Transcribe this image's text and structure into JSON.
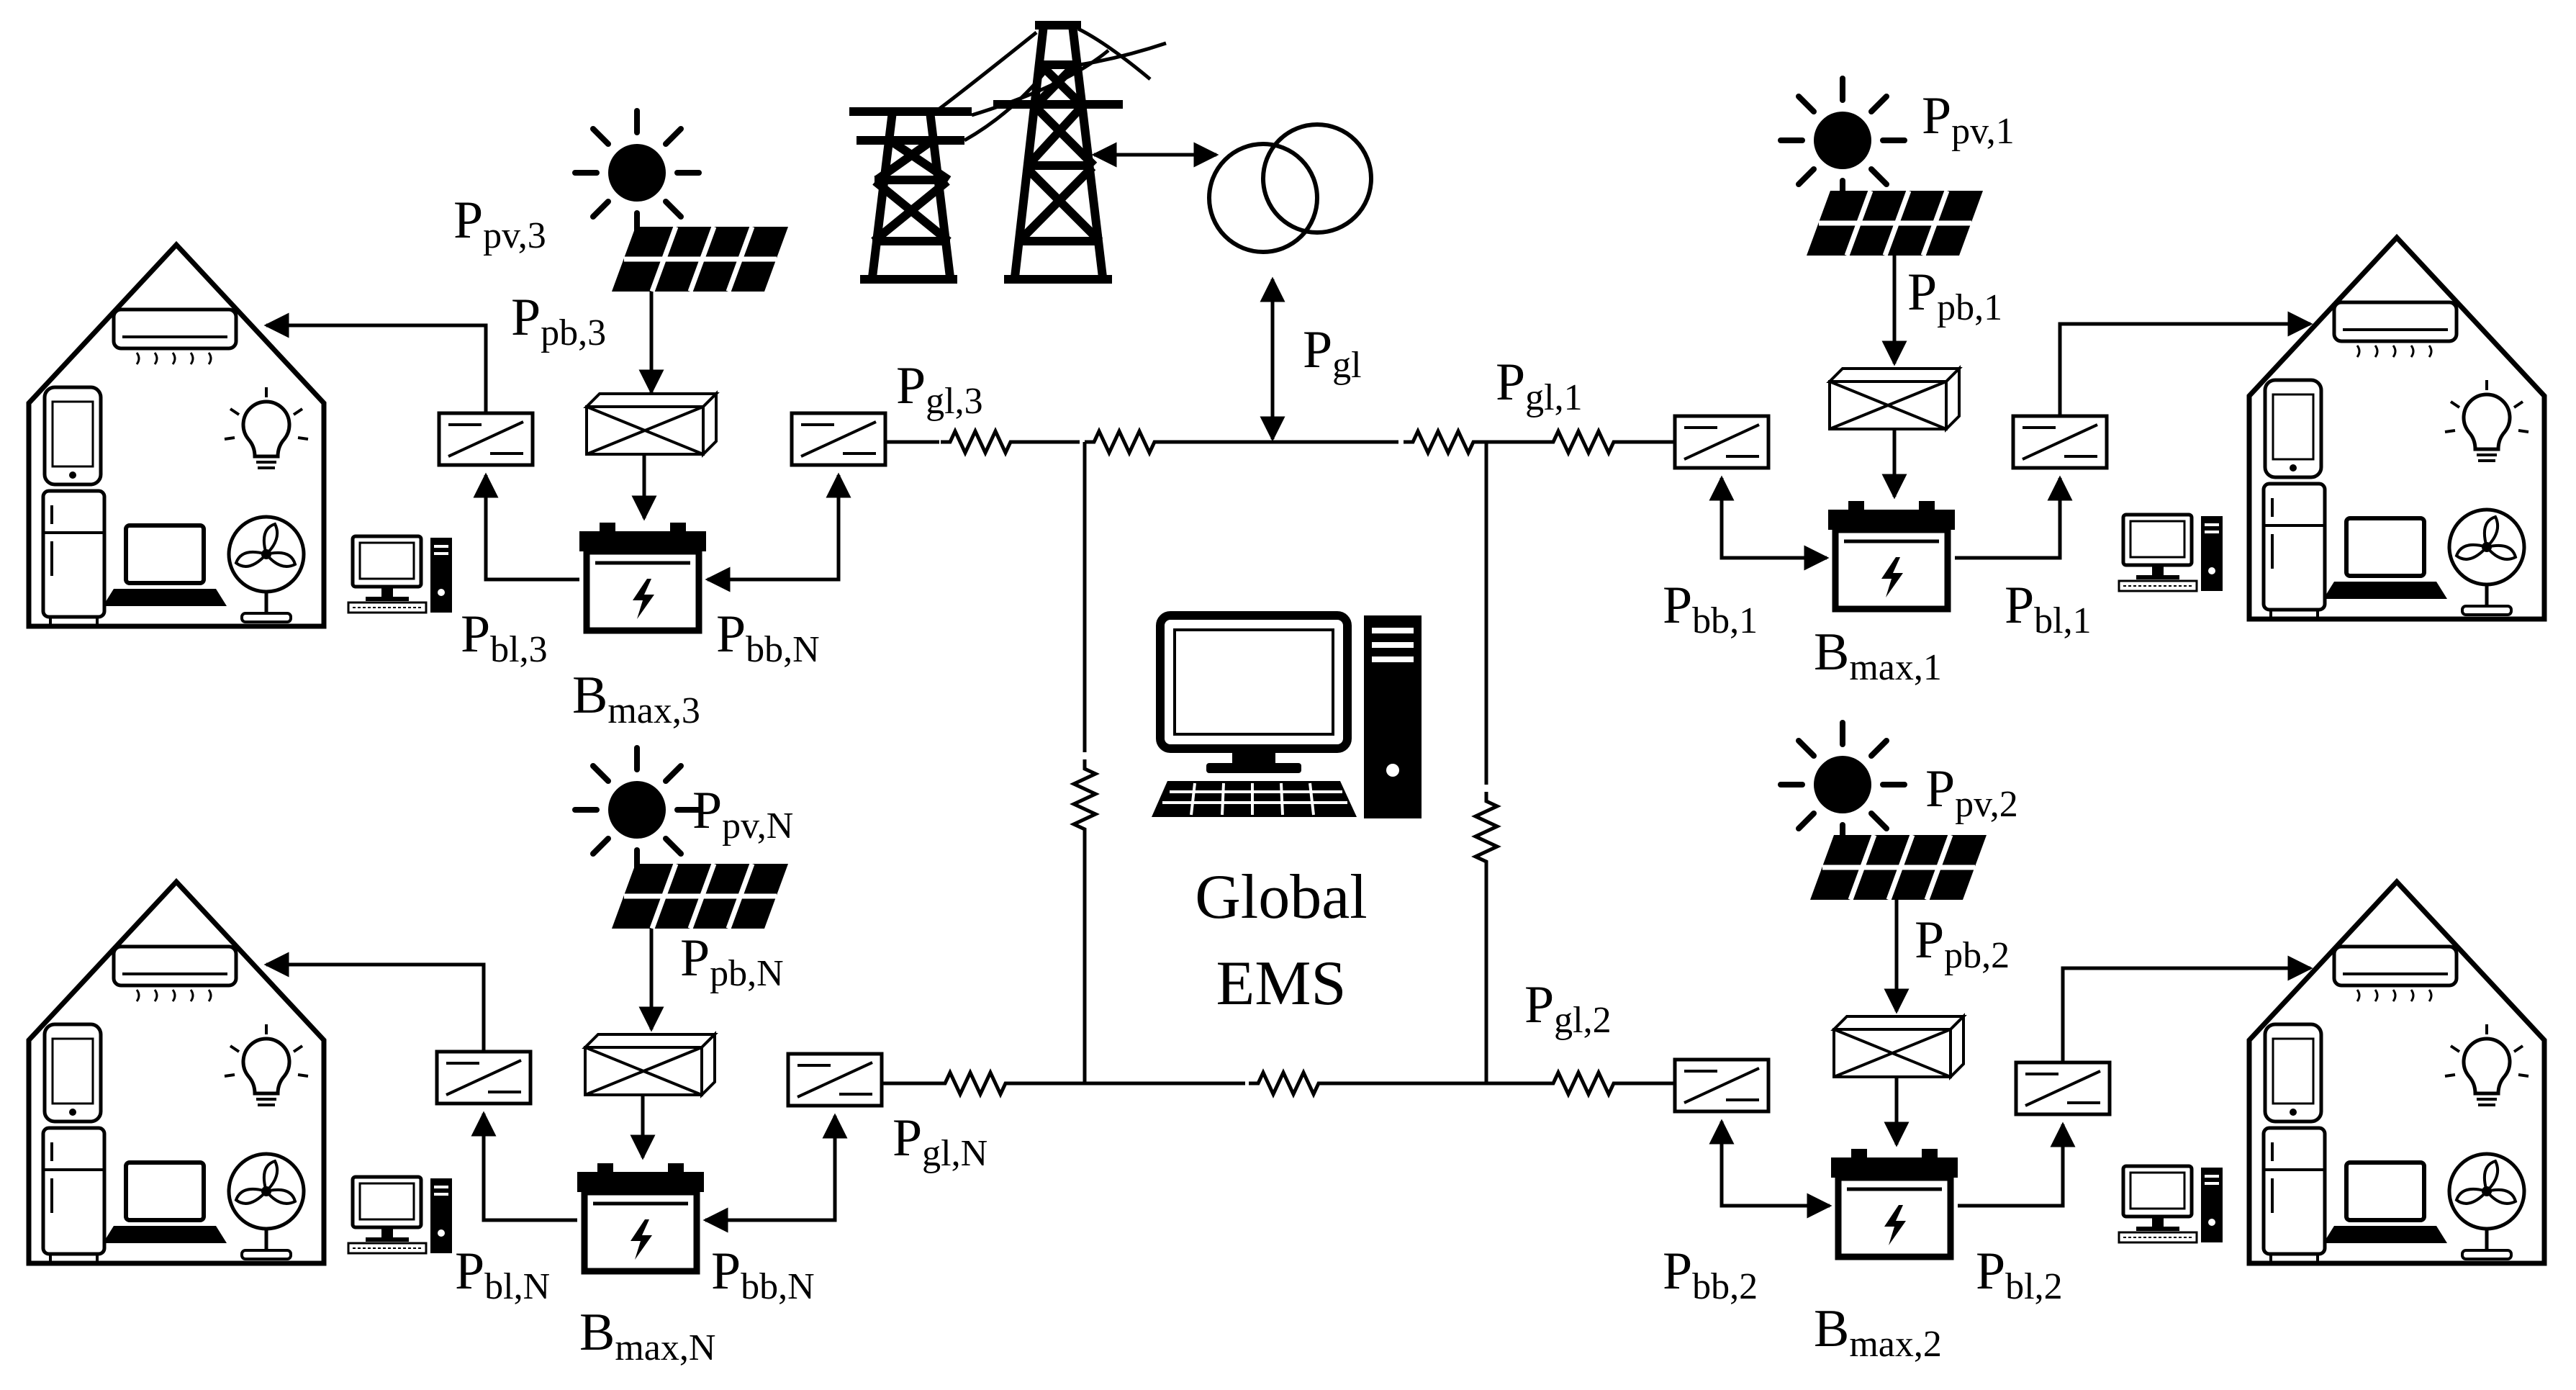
{
  "center": {
    "ems_line1": "Global",
    "ems_line2": "EMS",
    "grid_label_main": "P",
    "grid_label_sub": "gl"
  },
  "homes": [
    {
      "id": "home-1",
      "pv": [
        "P",
        "pv,1"
      ],
      "pb": [
        "P",
        "pb,1"
      ],
      "gl": [
        "P",
        "gl,1"
      ],
      "bb": [
        "P",
        "bb,1"
      ],
      "bl": [
        "P",
        "bl,1"
      ],
      "bmax": [
        "B",
        "max,1"
      ]
    },
    {
      "id": "home-2",
      "pv": [
        "P",
        "pv,2"
      ],
      "pb": [
        "P",
        "pb,2"
      ],
      "gl": [
        "P",
        "gl,2"
      ],
      "bb": [
        "P",
        "bb,2"
      ],
      "bl": [
        "P",
        "bl,2"
      ],
      "bmax": [
        "B",
        "max,2"
      ]
    },
    {
      "id": "home-3",
      "pv": [
        "P",
        "pv,3"
      ],
      "pb": [
        "P",
        "pb,3"
      ],
      "gl": [
        "P",
        "gl,3"
      ],
      "bb": [
        "P",
        "bb,N"
      ],
      "bl": [
        "P",
        "bl,3"
      ],
      "bmax": [
        "B",
        "max,3"
      ]
    },
    {
      "id": "home-N",
      "pv": [
        "P",
        "pv,N"
      ],
      "pb": [
        "P",
        "pb,N"
      ],
      "gl": [
        "P",
        "gl,N"
      ],
      "bb": [
        "P",
        "bb,N"
      ],
      "bl": [
        "P",
        "bl,N"
      ],
      "bmax": [
        "B",
        "max,N"
      ]
    }
  ],
  "icons": {
    "tower": "transmission-tower-icon",
    "transformer": "transformer-icon",
    "computer": "computer-icon",
    "sun": "sun-icon",
    "solar_panel": "solar-panel-icon",
    "converter": "converter-icon",
    "battery": "battery-icon",
    "house": "house-icon"
  }
}
